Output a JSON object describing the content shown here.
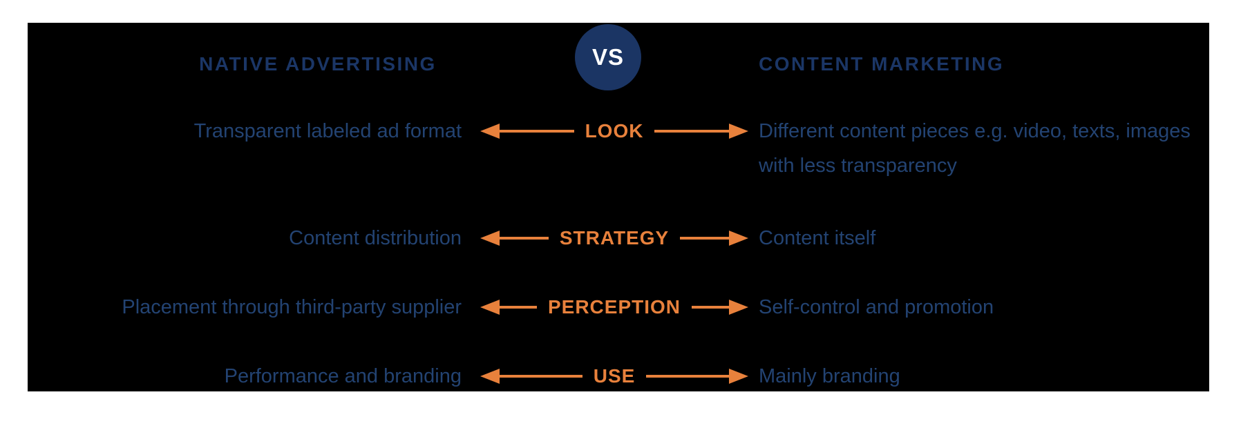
{
  "colors": {
    "background": "#ffffff",
    "panel": "#000000",
    "header_navy": "#1b3666",
    "vs_circle": "#1b3564",
    "body_blue": "#234372",
    "accent_orange": "#e8813c"
  },
  "header": {
    "left": "NATIVE ADVERTISING",
    "vs": "VS",
    "right": "CONTENT MARKETING"
  },
  "rows": [
    {
      "label": "LOOK",
      "left": "Transparent labeled ad format",
      "right": "Different content pieces e.g. video, texts, images with less transparency"
    },
    {
      "label": "STRATEGY",
      "left": "Content distribution",
      "right": "Content itself"
    },
    {
      "label": "PERCEPTION",
      "left": "Placement through third-party supplier",
      "right": "Self-control and promotion"
    },
    {
      "label": "USE",
      "left": "Performance and branding",
      "right": "Mainly branding"
    }
  ]
}
